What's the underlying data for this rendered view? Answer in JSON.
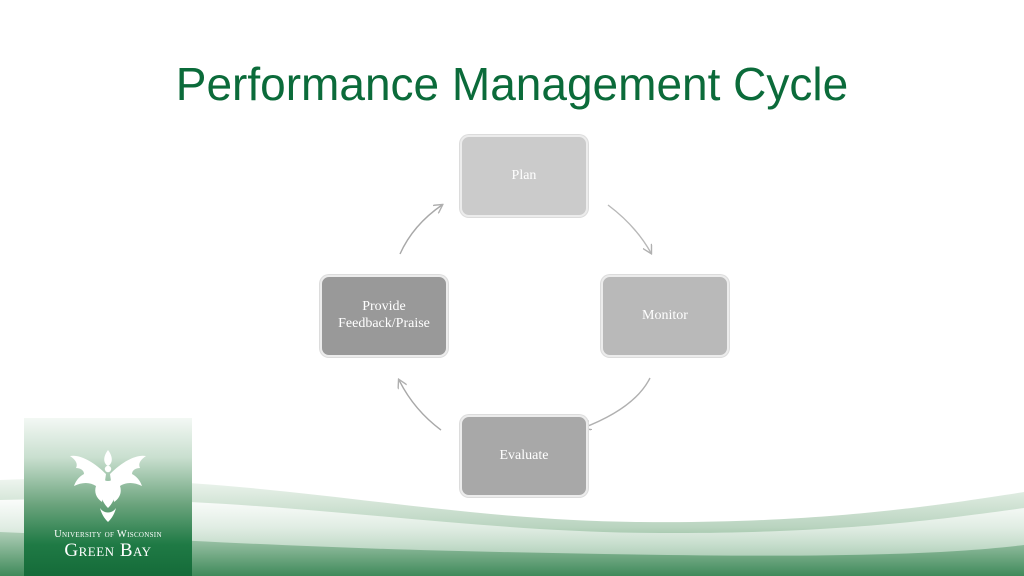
{
  "slide": {
    "title": "Performance Management Cycle"
  },
  "diagram": {
    "type": "cycle",
    "nodes": [
      {
        "id": "plan",
        "label": "Plan",
        "fill": "#cbcbcb"
      },
      {
        "id": "monitor",
        "label": "Monitor",
        "fill": "#b9b9b9"
      },
      {
        "id": "evaluate",
        "label": "Evaluate",
        "fill": "#a8a8a8"
      },
      {
        "id": "feedback",
        "label_line1": "Provide",
        "label_line2": "Feedback/Praise",
        "fill": "#999999"
      }
    ],
    "arrow_color": "#b0b0b0",
    "direction": "clockwise"
  },
  "logo": {
    "line1": "University of Wisconsin",
    "line2": "Green Bay",
    "icon": "phoenix-icon"
  },
  "colors": {
    "title": "#0b6b3a",
    "brand_green": "#1f7a45"
  }
}
